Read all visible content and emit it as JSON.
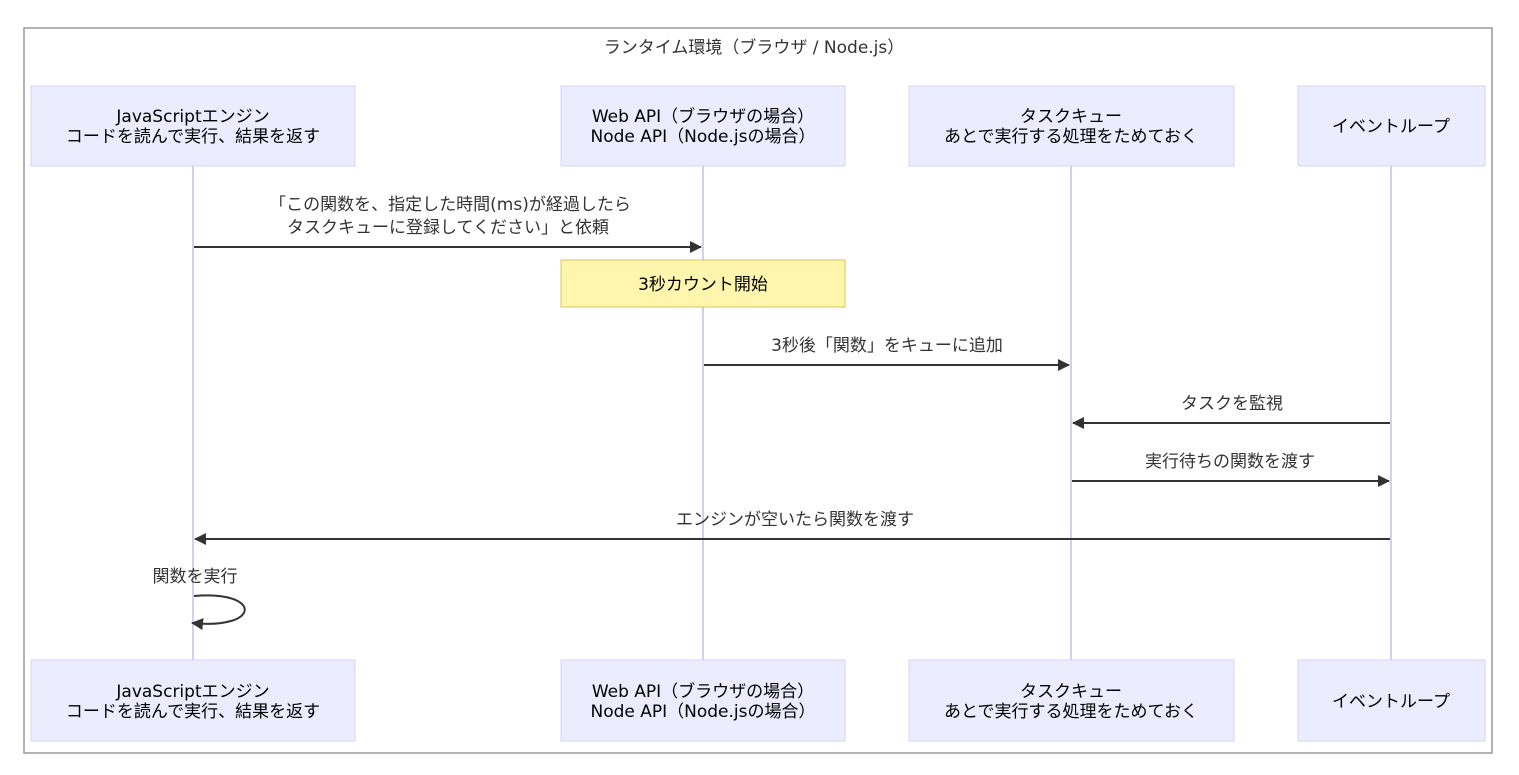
{
  "frame": {
    "title": "ランタイム環境（ブラウザ / Node.js）"
  },
  "participants": [
    {
      "line1": "JavaScriptエンジン",
      "line2": "コードを読んで実行、結果を返す"
    },
    {
      "line1": "Web API（ブラウザの場合）",
      "line2": "Node API（Node.jsの場合）"
    },
    {
      "line1": "タスクキュー",
      "line2": "あとで実行する処理をためておく"
    },
    {
      "line1": "イベントループ",
      "line2": ""
    }
  ],
  "messages": [
    {
      "line1": "「この関数を、指定した時間(ms)が経過したら",
      "line2": "タスクキューに登録してください」と依頼"
    },
    {
      "line1": "3秒後「関数」をキューに追加",
      "line2": ""
    },
    {
      "line1": "タスクを監視",
      "line2": ""
    },
    {
      "line1": "実行待ちの関数を渡す",
      "line2": ""
    },
    {
      "line1": "エンジンが空いたら関数を渡す",
      "line2": ""
    },
    {
      "line1": "関数を実行",
      "line2": ""
    }
  ],
  "note": {
    "text": "3秒カウント開始"
  },
  "colors": {
    "participant_fill": "#ECECFF",
    "participant_border": "#D7D2F2",
    "lifeline": "#D4CEF0",
    "note_fill": "#FFF5AD",
    "note_border": "#D2C85A",
    "arrow": "#333333",
    "frame_border": "#999999"
  }
}
